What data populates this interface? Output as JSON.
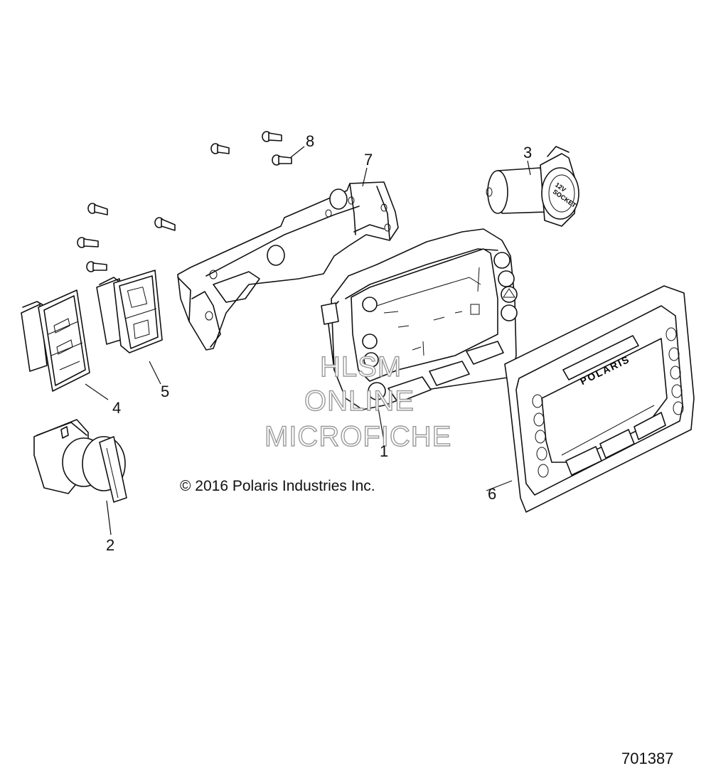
{
  "callouts": {
    "c1": "1",
    "c2": "2",
    "c3": "3",
    "c4": "4",
    "c5": "5",
    "c6": "6",
    "c7": "7",
    "c8": "8"
  },
  "copyright": "© 2016 Polaris Industries Inc.",
  "diagram_number": "701387",
  "watermark": {
    "line1": "HLSM",
    "line2": "ONLINE",
    "line3": "MICROFICHE"
  },
  "part_markings": {
    "bezel_logo": "POLARIS",
    "socket_label_1": "12V",
    "socket_label_2": "SOCKET"
  }
}
